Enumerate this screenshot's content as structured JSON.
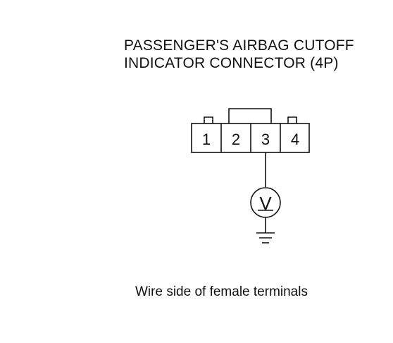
{
  "title": {
    "line1": "PASSENGER'S AIRBAG CUTOFF",
    "line2": "INDICATOR CONNECTOR (4P)"
  },
  "connector": {
    "pins": [
      "1",
      "2",
      "3",
      "4"
    ]
  },
  "meter": {
    "symbol": "V"
  },
  "caption": "Wire side of female terminals"
}
